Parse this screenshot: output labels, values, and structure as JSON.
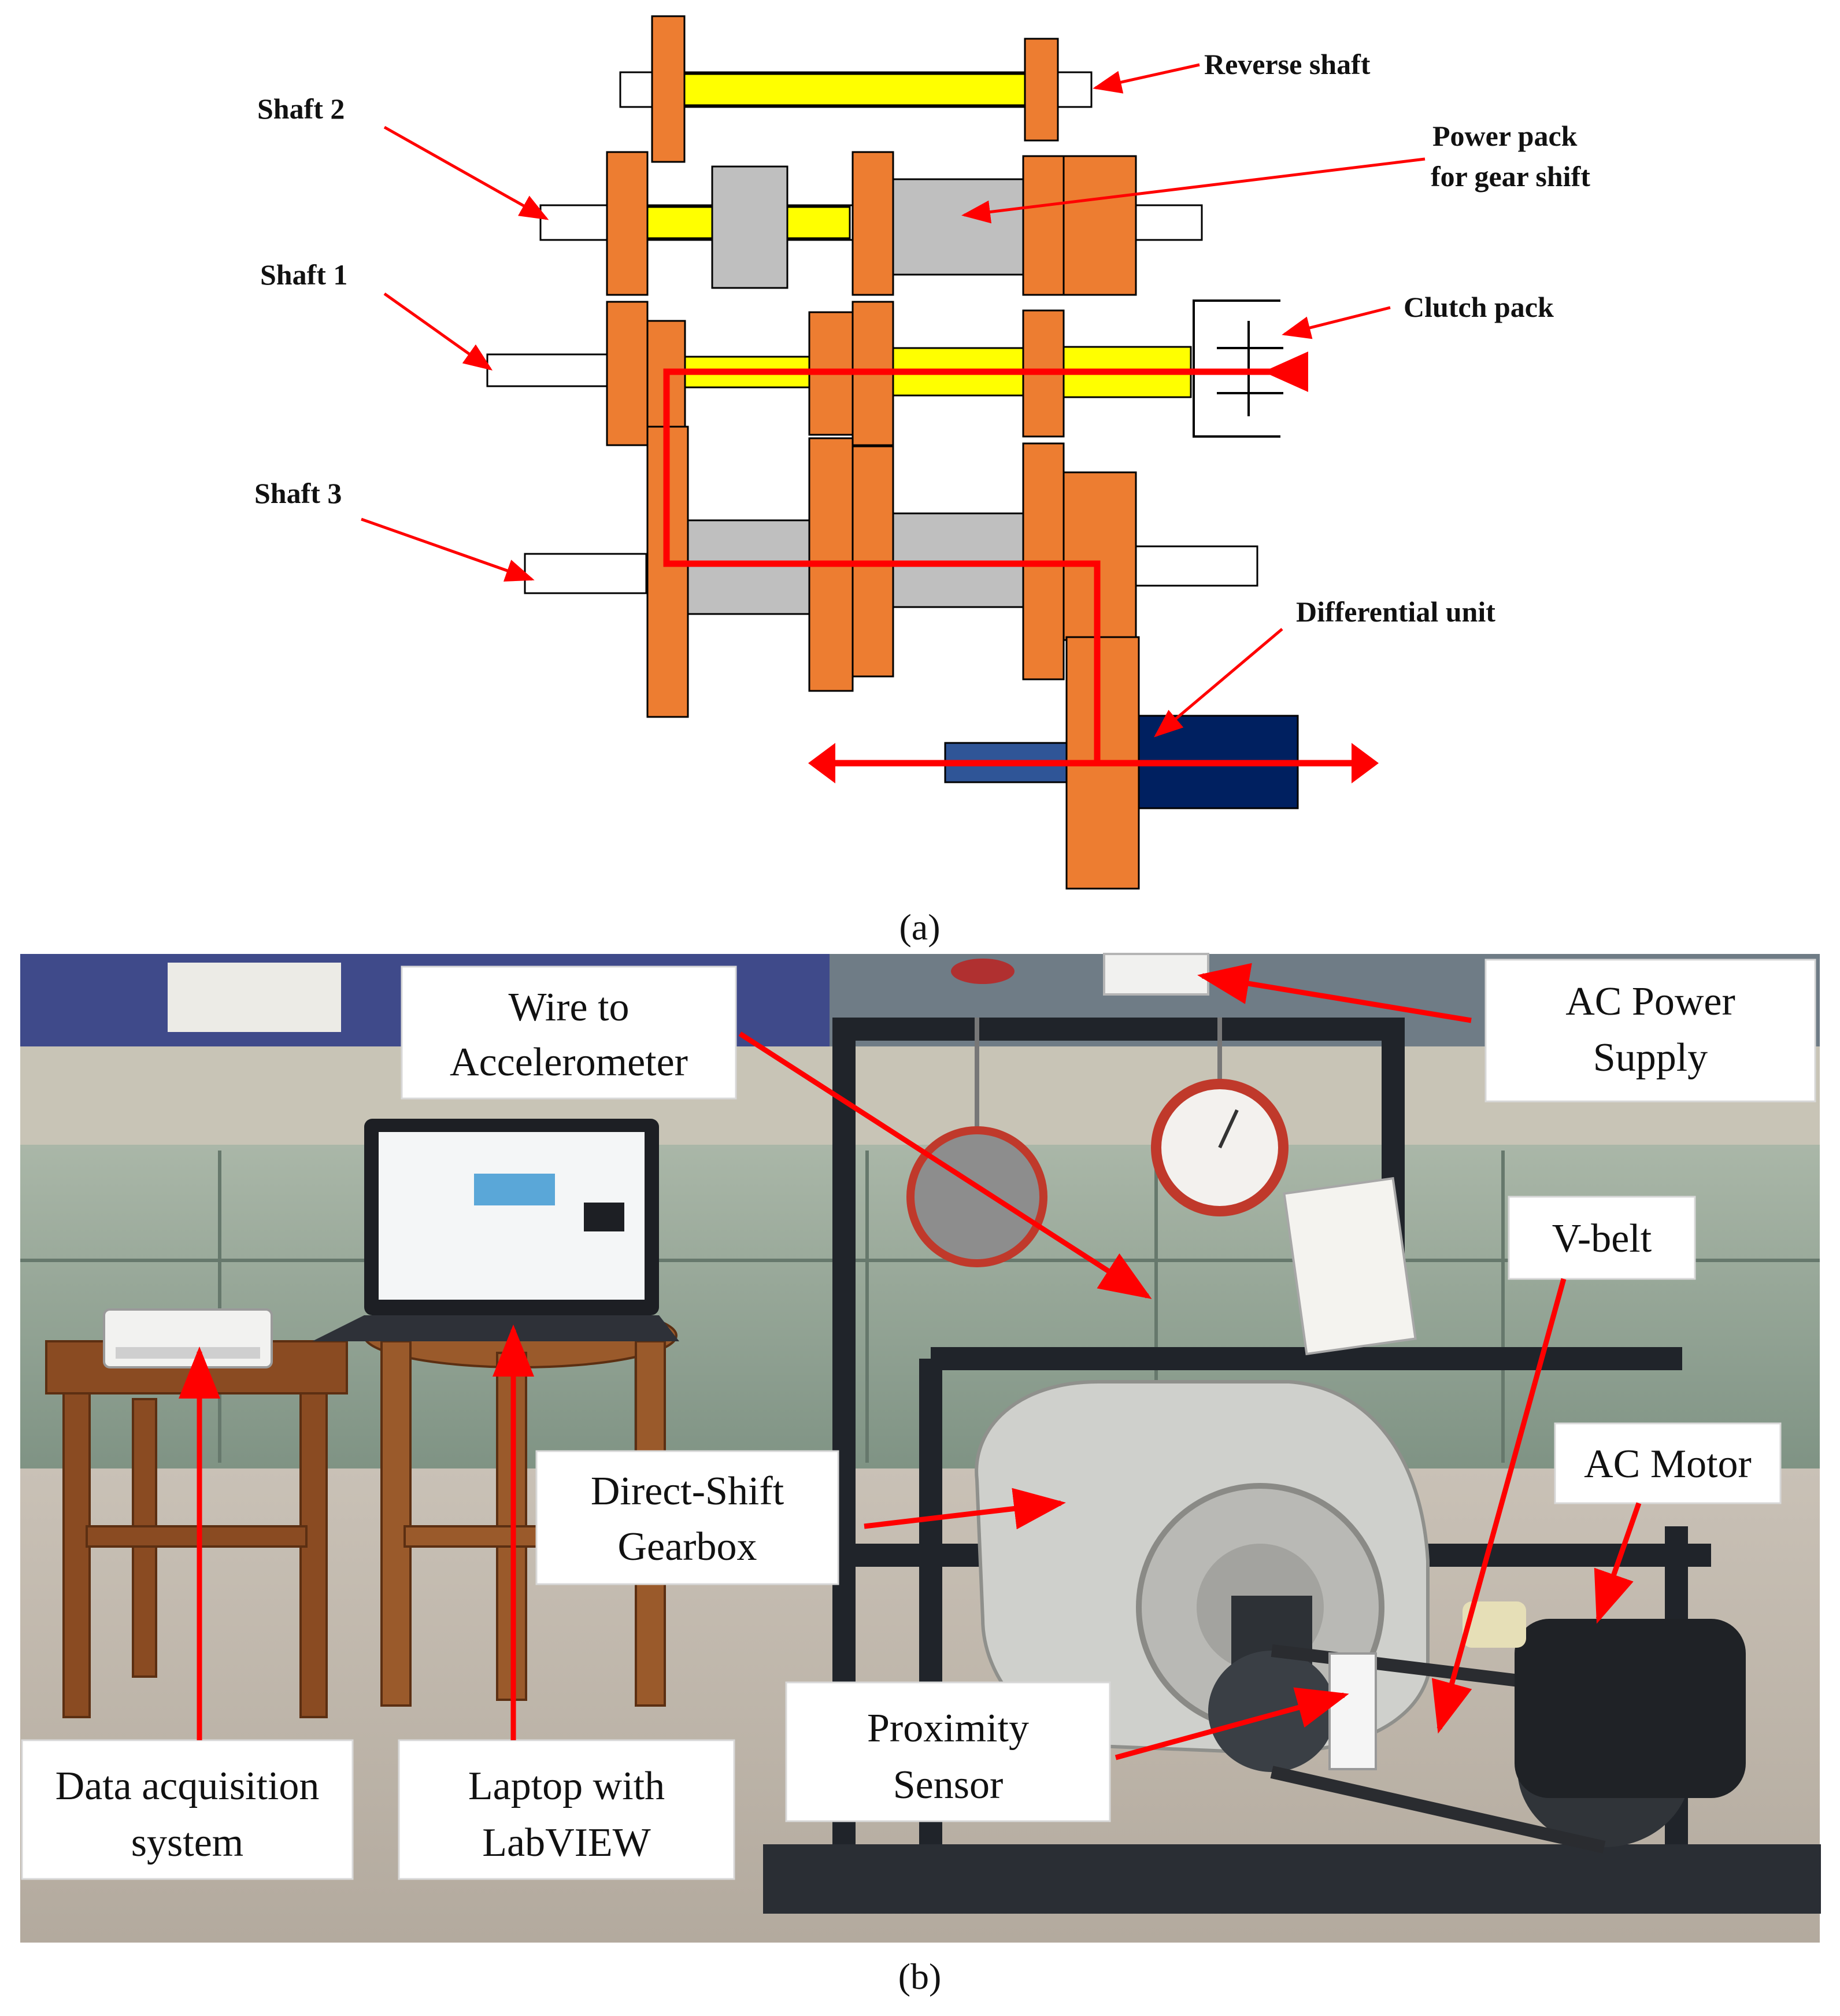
{
  "panel_a": {
    "caption": "(a)",
    "labels": {
      "reverse_shaft": "Reverse shaft",
      "shaft2": "Shaft 2",
      "power_pack_line1": "Power pack",
      "power_pack_line2": "for gear shift",
      "shaft1": "Shaft 1",
      "clutch_pack": "Clutch pack",
      "shaft3": "Shaft 3",
      "differential_unit": "Differential unit"
    }
  },
  "panel_b": {
    "caption": "(b)",
    "callouts": {
      "wire_line1": "Wire to",
      "wire_line2": "Accelerometer",
      "ac_power_line1": "AC Power",
      "ac_power_line2": "Supply",
      "vbelt": "V-belt",
      "dsg_line1": "Direct-Shift",
      "dsg_line2": "Gearbox",
      "ac_motor": "AC Motor",
      "daq_line1": "Data acquisition",
      "daq_line2": "system",
      "laptop_line1": "Laptop with",
      "laptop_line2": "LabVIEW",
      "prox_line1": "Proximity",
      "prox_line2": "Sensor"
    }
  },
  "colors": {
    "gear": "#ED7D31",
    "shaft": "#FFFF00",
    "hub": "#BFBFBF",
    "diff_light": "#2F5597",
    "diff_dark": "#002060",
    "arrow": "#FF0000"
  }
}
